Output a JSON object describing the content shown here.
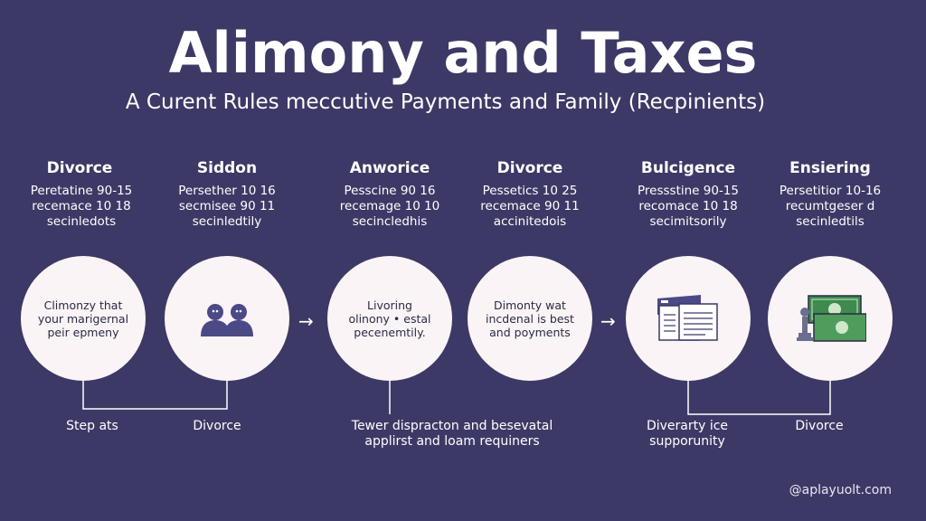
{
  "title": "Alimony and Taxes",
  "subtitle": "A Curent Rules meccutive Payments and Family (Recpinients)",
  "columns": [
    {
      "heading": "Divorce",
      "desc": [
        "Peretatine 90-15",
        "recemace 10 18",
        "secinledots"
      ]
    },
    {
      "heading": "Siddon",
      "desc": [
        "Persether 10 16",
        "secmisee 90 11",
        "secinledtily"
      ]
    },
    {
      "heading": "Anworice",
      "desc": [
        "Pesscine 90 16",
        "recemage 10 10",
        "secincledhis"
      ]
    },
    {
      "heading": "Divorce",
      "desc": [
        "Pessetics 10 25",
        "recemace 90 11",
        "accinitedois"
      ]
    },
    {
      "heading": "Bulcigence",
      "desc": [
        "Pressstine 90-15",
        "recomace 10 18",
        "secimitsorily"
      ]
    },
    {
      "heading": "Ensiering",
      "desc": [
        "Persetitior 10-16",
        "recumtgeser d",
        "secinledtils"
      ]
    }
  ],
  "circles": [
    {
      "type": "text",
      "lines": [
        "Climonzy that",
        "your marigernal",
        "peir epmeny"
      ]
    },
    {
      "type": "icon",
      "icon": "people-icon"
    },
    {
      "type": "text",
      "lines": [
        "Livoring",
        "olinony • estal",
        "pecenemtily."
      ]
    },
    {
      "type": "text",
      "lines": [
        "Dimonty wat",
        "incdenal is best",
        "and poyments"
      ]
    },
    {
      "type": "icon",
      "icon": "document-icon"
    },
    {
      "type": "icon",
      "icon": "money-icon"
    }
  ],
  "arrow_glyph": "→",
  "bottom_labels": [
    {
      "lines": [
        "Step ats"
      ]
    },
    {
      "lines": [
        "Divorce"
      ]
    },
    {
      "lines": [
        "Tewer dispracton and besevatal",
        "applirst and loam requiners"
      ]
    },
    {
      "lines": [
        "Diverarty ice",
        "supporunity"
      ]
    },
    {
      "lines": [
        "Divorce"
      ]
    }
  ],
  "watermark": "@aplayuolt.com",
  "colors": {
    "background": "#3d3966",
    "circle": "#fbf4f6",
    "icon": "#4b4a87",
    "money": "#3e8a4f"
  }
}
